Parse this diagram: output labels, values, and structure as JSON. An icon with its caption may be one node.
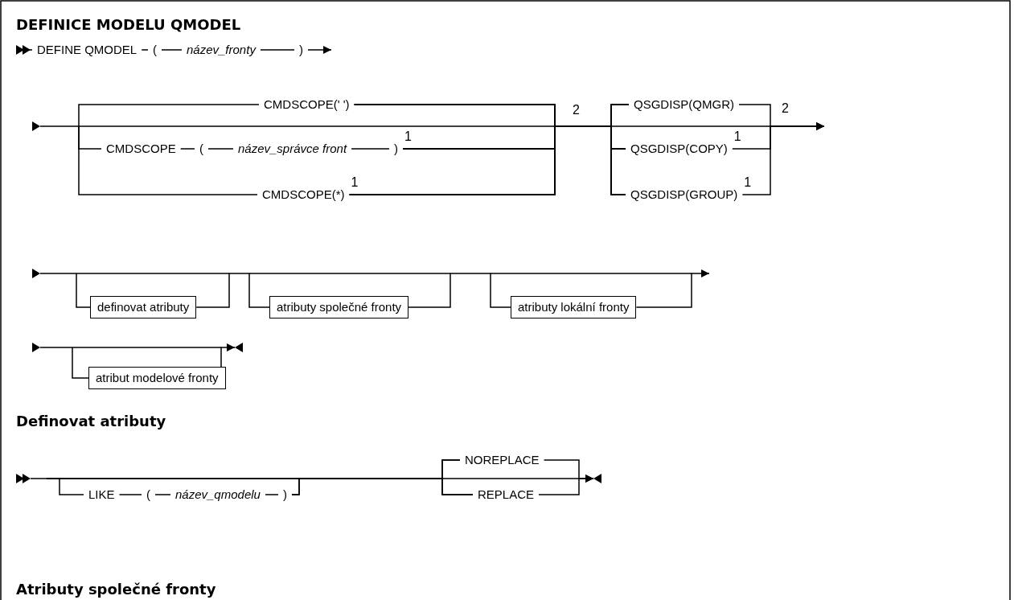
{
  "diagram": {
    "title": "DEFINICE MODELU QMODEL",
    "nodes": [
      {
        "text": [
          "DEFINE QMODEL"
        ]
      },
      {
        "text": [
          "("
        ]
      },
      {
        "text": [
          "název_fronty"
        ]
      },
      {
        "text": [
          ")"
        ]
      },
      {
        "text": [
          "CMDSCOPE(' ')"
        ]
      },
      {
        "text": [
          "CMDSCOPE"
        ]
      },
      {
        "text": [
          "("
        ]
      },
      {
        "text": [
          "název_správce front"
        ]
      },
      {
        "text": [
          ")"
        ],
        "beside": [
          "1"
        ]
      },
      {
        "text": [
          "CMDSCOPE(*)"
        ],
        "beside": [
          "1"
        ]
      },
      {
        "text": [
          "QSGDISP(QMGR)"
        ]
      },
      {
        "text": [
          "QSGDISP(COPY)"
        ],
        "beside": [
          "1"
        ]
      },
      {
        "text": [
          "QSGDISP(GROUP)"
        ],
        "beside": [
          "1"
        ]
      },
      {
        "text": [
          "definovat atributy"
        ]
      },
      {
        "text": [
          "atributy společné fronty"
        ]
      },
      {
        "text": [
          "atributy lokální fronty"
        ]
      },
      {
        "text": [
          "atribut modelové fronty"
        ]
      },
      {
        "text": [
          "LIKE"
        ]
      },
      {
        "text": [
          "("
        ]
      },
      {
        "text": [
          "název_qmodelu"
        ]
      },
      {
        "text": [
          ")"
        ]
      },
      {
        "text": [
          "NOREPLACE"
        ]
      },
      {
        "text": [
          "REPLACE"
        ]
      }
    ],
    "edges": [
      {
        "from": 0,
        "to": 1,
        "arrow": "none"
      },
      {
        "from": 1,
        "to": 2,
        "arrow": "none"
      },
      {
        "from": 2,
        "to": 3,
        "arrow": "none"
      },
      {
        "from": 3,
        "to": null,
        "arrow": "to"
      },
      {
        "from": 5,
        "to": 6,
        "arrow": "none"
      },
      {
        "from": 6,
        "to": 7,
        "arrow": "none"
      },
      {
        "from": 7,
        "to": 8,
        "arrow": "none"
      },
      {
        "from": 4,
        "to": 10,
        "arrow": "none"
      },
      {
        "from": 4,
        "to": 11,
        "arrow": "none"
      },
      {
        "from": 4,
        "to": 12,
        "arrow": "none"
      },
      {
        "from": 8,
        "to": 10,
        "arrow": "none"
      },
      {
        "from": 8,
        "to": 11,
        "arrow": "none"
      },
      {
        "from": 8,
        "to": 12,
        "arrow": "none"
      },
      {
        "from": 9,
        "to": 10,
        "arrow": "none"
      },
      {
        "from": 9,
        "to": 11,
        "arrow": "none"
      },
      {
        "from": 9,
        "to": 12,
        "arrow": "none"
      },
      {
        "from": 10,
        "to": null,
        "arrow": "to"
      },
      {
        "from": 11,
        "to": null,
        "arrow": "to"
      },
      {
        "from": 12,
        "to": null,
        "arrow": "to"
      },
      {
        "from": 13,
        "to": 14,
        "arrow": "none"
      },
      {
        "from": 14,
        "to": 15,
        "arrow": "none"
      },
      {
        "from": 15,
        "to": null,
        "arrow": "to"
      },
      {
        "from": 16,
        "to": null,
        "arrow": "to"
      },
      {
        "from": 17,
        "to": 18,
        "arrow": "none"
      },
      {
        "from": 18,
        "to": 19,
        "arrow": "none"
      },
      {
        "from": 19,
        "to": 20,
        "arrow": "none"
      },
      {
        "from": 20,
        "to": 21,
        "arrow": "none"
      },
      {
        "from": 20,
        "to": 22,
        "arrow": "none"
      },
      {
        "from": 21,
        "to": null,
        "arrow": "to"
      },
      {
        "from": 22,
        "to": null,
        "arrow": "to"
      },
      {
        "from": null,
        "to": 4,
        "arrow": "none"
      },
      {
        "from": null,
        "to": 5,
        "arrow": "none"
      },
      {
        "from": null,
        "to": 9,
        "arrow": "none"
      },
      {
        "from": null,
        "to": 17,
        "arrow": "none"
      },
      {
        "from": null,
        "to": 21,
        "arrow": "none"
      },
      {
        "from": null,
        "to": 22,
        "arrow": "none"
      }
    ],
    "labels": [
      "2",
      "2",
      "Definovat atributy",
      "Atributy společné fronty"
    ]
  }
}
